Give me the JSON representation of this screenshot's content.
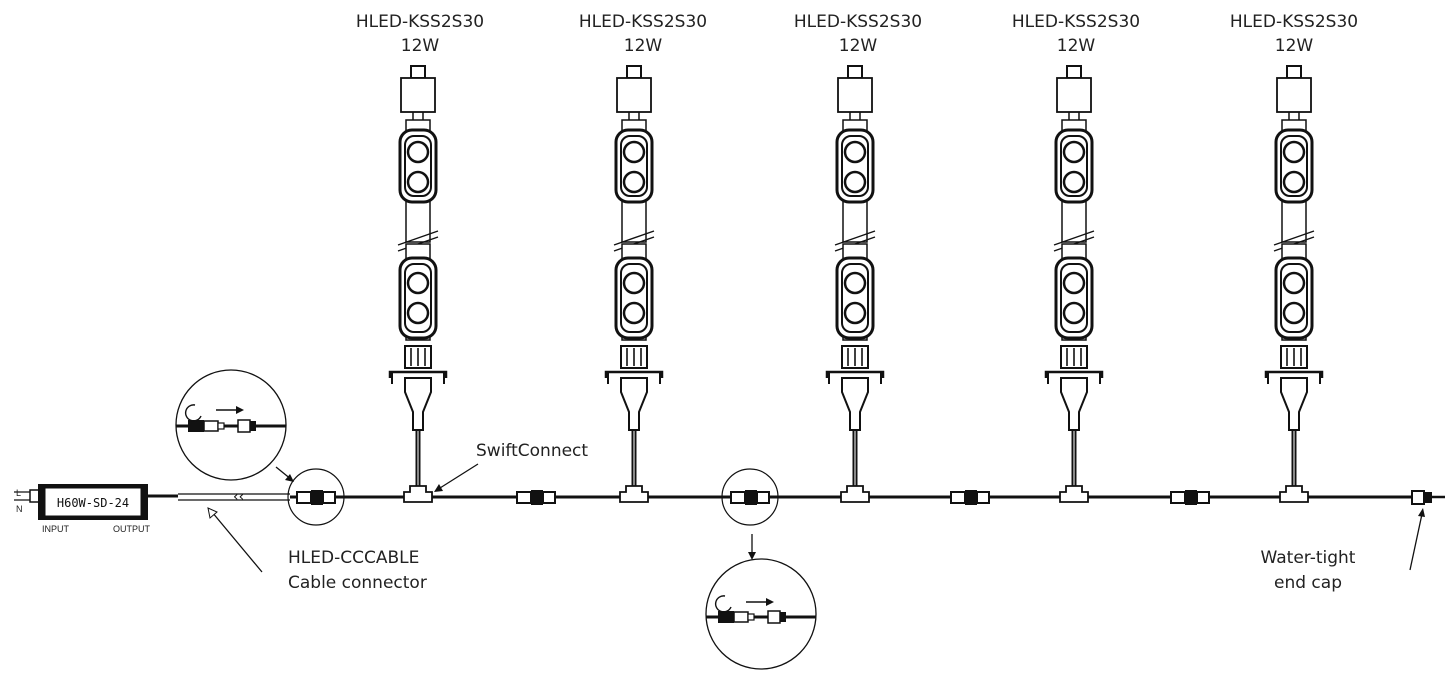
{
  "modules": [
    {
      "model": "HLED-KSS2S30",
      "power": "12W"
    },
    {
      "model": "HLED-KSS2S30",
      "power": "12W"
    },
    {
      "model": "HLED-KSS2S30",
      "power": "12W"
    },
    {
      "model": "HLED-KSS2S30",
      "power": "12W"
    },
    {
      "model": "HLED-KSS2S30",
      "power": "12W"
    }
  ],
  "power_supply": {
    "model": "H60W-SD-24",
    "input_label": "INPUT",
    "output_label": "OUTPUT",
    "line_label": "L",
    "neutral_label": "N"
  },
  "callouts": {
    "swiftconnect": "SwiftConnect",
    "cable_connector_line1": "HLED-CCCABLE",
    "cable_connector_line2": "Cable connector",
    "end_cap_line1": "Water-tight",
    "end_cap_line2": "end cap"
  }
}
